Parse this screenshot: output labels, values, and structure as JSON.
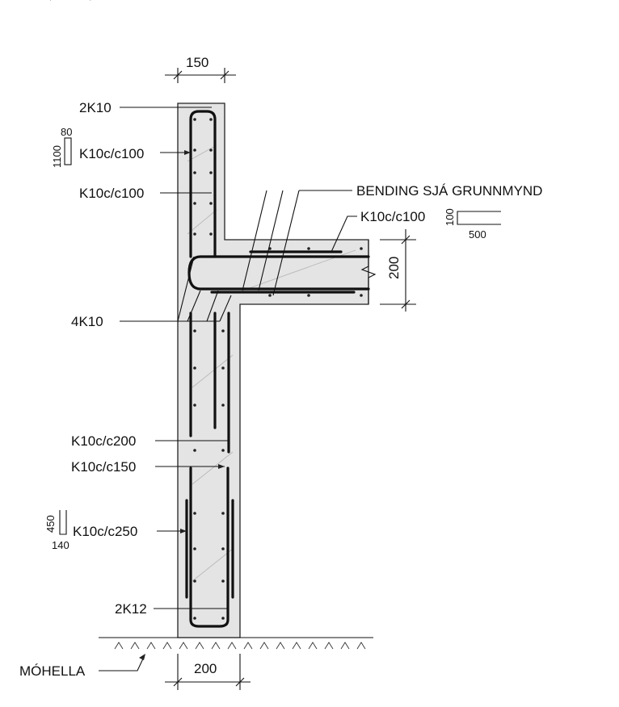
{
  "labels": {
    "top_dim": "150",
    "bottom_dim": "200",
    "slab_dim": "200",
    "top_bars": "2K10",
    "stirrup_upper": "K10c/c100",
    "stirrup_upper_sub": "K10c/c100",
    "bending_note": "BENDING SJÁ GRUNNMYND",
    "slab_bar": "K10c/c100",
    "corner_bars": "4K10",
    "wall_bar_200": "K10c/c200",
    "wall_bar_150": "K10c/c150",
    "wall_bar_250": "K10c/c250",
    "bottom_bars": "2K12",
    "foundation": "MÓHELLA"
  },
  "shapes": {
    "upper_stirrup": {
      "height": "1100",
      "width": "80"
    },
    "slab_hook": {
      "height": "100",
      "width": "500"
    },
    "lower_stirrup": {
      "height": "450",
      "width": "140"
    }
  },
  "colors": {
    "concrete": "#e4e4e4",
    "line": "#111111"
  }
}
